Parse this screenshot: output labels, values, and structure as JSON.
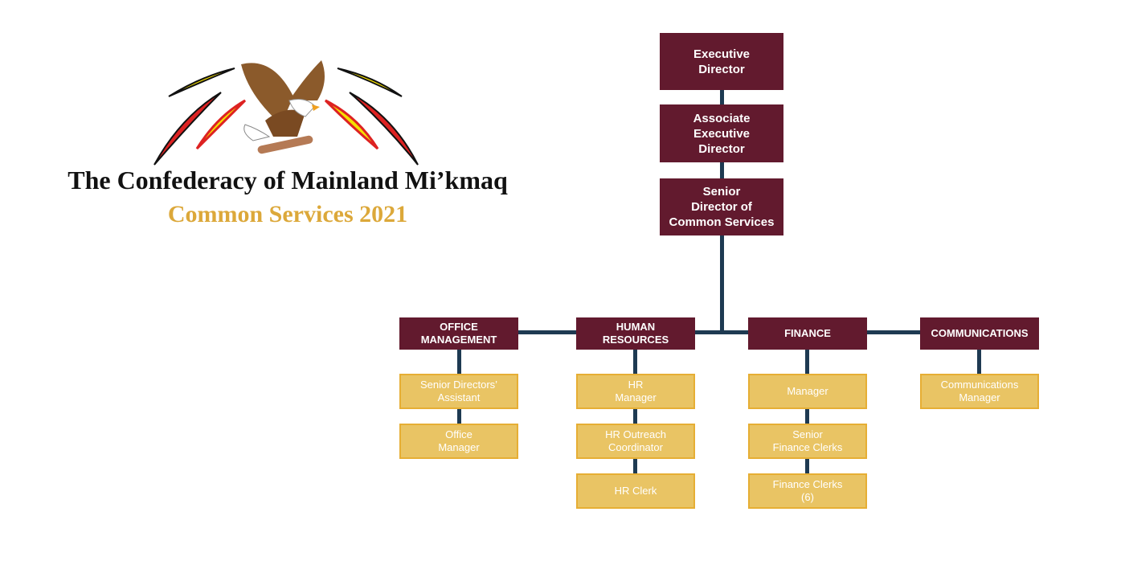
{
  "header": {
    "title": "The Confederacy of Mainland Mi’kmaq",
    "subtitle": "Common Services 2021"
  },
  "leadership": [
    "Executive\nDirector",
    "Associate\nExecutive\nDirector",
    "Senior\nDirector of\nCommon Services"
  ],
  "departments": [
    {
      "name": "OFFICE\nMANAGEMENT",
      "roles": [
        "Senior Directors’\nAssistant",
        "Office\nManager"
      ]
    },
    {
      "name": "HUMAN\nRESOURCES",
      "roles": [
        "HR\nManager",
        "HR Outreach\nCoordinator",
        "HR Clerk"
      ]
    },
    {
      "name": "FINANCE",
      "roles": [
        "Manager",
        "Senior\nFinance Clerks",
        "Finance Clerks\n(6)"
      ]
    },
    {
      "name": "COMMUNICATIONS",
      "roles": [
        "Communications\nManager"
      ]
    }
  ],
  "colors": {
    "leader": "#621a2e",
    "role": "#e9c464",
    "line": "#1e3a52",
    "accent": "#dca83a"
  }
}
